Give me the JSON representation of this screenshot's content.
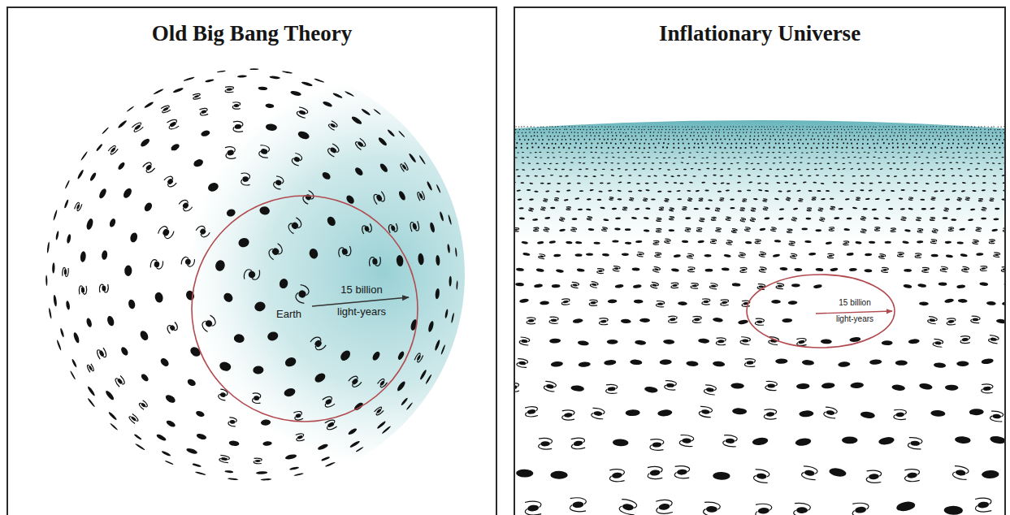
{
  "diagram": {
    "nodes": [
      {
        "text": [
          "Old Big Bang Theory"
        ]
      },
      {
        "text": [
          "15 billion light-years",
          "Earth"
        ],
        "in": 0
      },
      {
        "text": [
          "Inflationary Universe"
        ]
      },
      {
        "text": [
          "15 billion light-years"
        ],
        "in": 2
      }
    ]
  }
}
